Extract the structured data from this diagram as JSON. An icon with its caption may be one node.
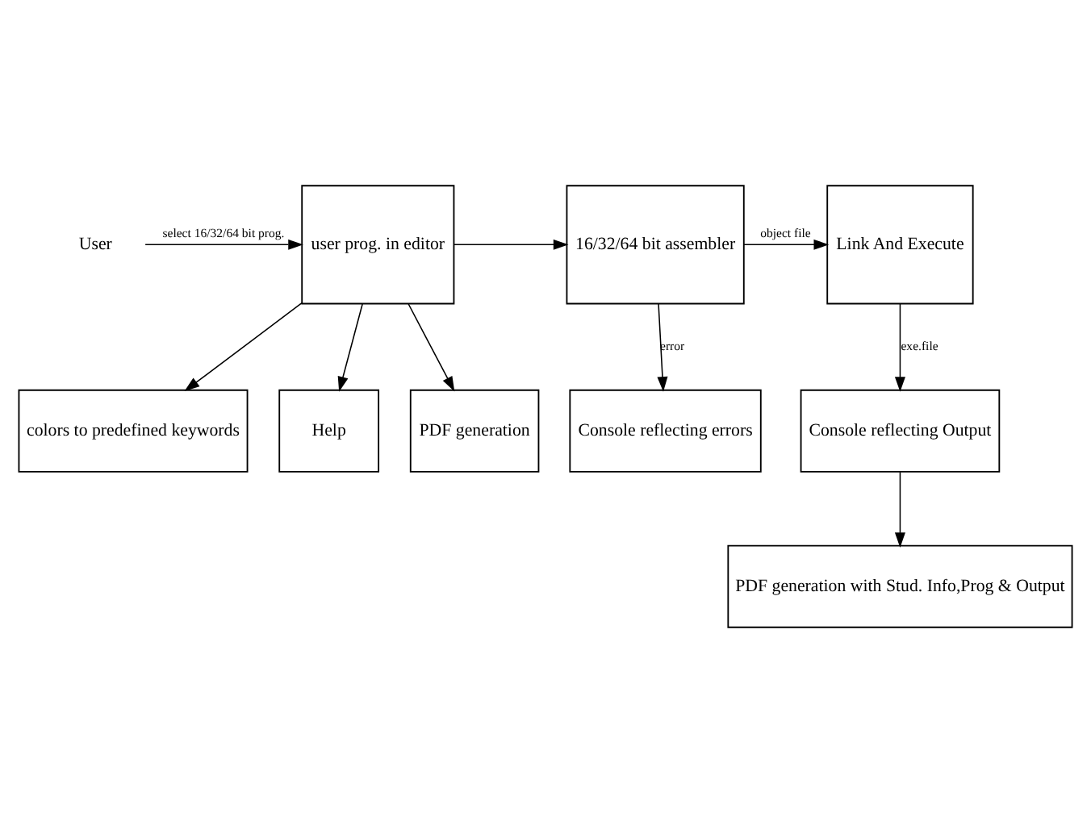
{
  "diagram": {
    "nodes": [
      {
        "text": [
          "User"
        ]
      },
      {
        "text": [
          "user prog. in editor"
        ]
      },
      {
        "text": [
          "16/32/64 bit assembler"
        ]
      },
      {
        "text": [
          "Link And Execute"
        ]
      },
      {
        "text": [
          "colors to predefined keywords"
        ]
      },
      {
        "text": [
          "Help"
        ]
      },
      {
        "text": [
          "PDF generation"
        ]
      },
      {
        "text": [
          "Console reflecting errors"
        ]
      },
      {
        "text": [
          "Console reflecting Output"
        ]
      },
      {
        "text": [
          "PDF generation with Stud. Info,Prog & Output"
        ]
      }
    ],
    "edges": [
      {
        "from": 0,
        "to": 1,
        "arrow": "to",
        "label": "select 16/32/64 bit prog."
      },
      {
        "from": 1,
        "to": 2,
        "arrow": "to"
      },
      {
        "from": 2,
        "to": 3,
        "arrow": "to",
        "label": "object file"
      },
      {
        "from": 1,
        "to": 4,
        "arrow": "to"
      },
      {
        "from": 1,
        "to": 5,
        "arrow": "to"
      },
      {
        "from": 1,
        "to": 6,
        "arrow": "to"
      },
      {
        "from": 2,
        "to": 7,
        "arrow": "to",
        "label": "error"
      },
      {
        "from": 3,
        "to": 8,
        "arrow": "to",
        "label": "exe.file"
      },
      {
        "from": 8,
        "to": 9,
        "arrow": "to"
      }
    ]
  }
}
